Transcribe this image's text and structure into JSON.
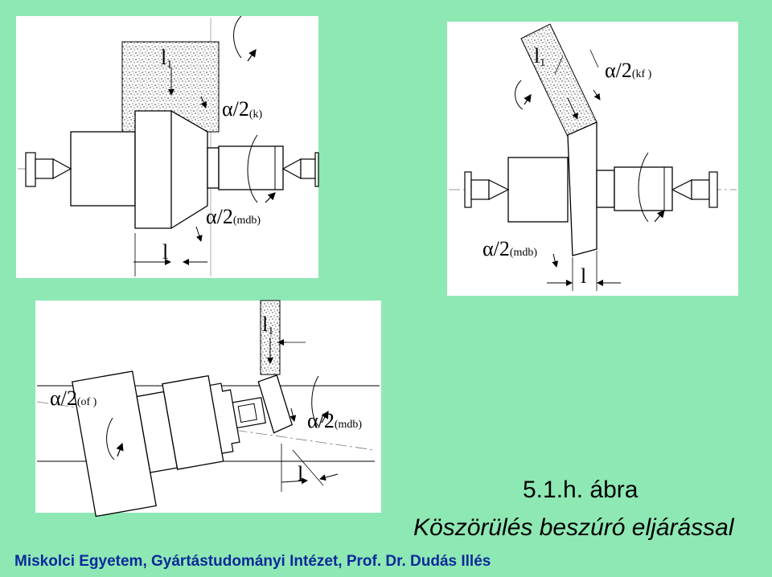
{
  "figure": {
    "number": "5.1.h. ábra",
    "caption": "Köszörülés beszúró eljárással"
  },
  "footer": "Miskolci Egyetem, Gyártástudományi Intézet, Prof. Dr. Dudás Illés",
  "panels": {
    "top_left": {
      "l1": {
        "base": "l",
        "sub": "1"
      },
      "alpha_k": {
        "base": "α/2",
        "sub": "(k)"
      },
      "alpha_mdb": {
        "base": "α/2",
        "sub": "(mdb)"
      },
      "l": "l"
    },
    "top_right": {
      "l1": {
        "base": "l",
        "sub": "1"
      },
      "alpha_kf": {
        "base": "α/2",
        "sub": "(kf )"
      },
      "alpha_mdb": {
        "base": "α/2",
        "sub": "(mdb)"
      },
      "l": "l"
    },
    "bottom": {
      "l1": {
        "base": "l",
        "sub": "1"
      },
      "alpha_of": {
        "base": "α/2",
        "sub": "(of )"
      },
      "alpha_mdb": {
        "base": "α/2",
        "sub": "(mdb)"
      },
      "l": "l"
    }
  },
  "colors": {
    "background": "#8ee8b4",
    "panel": "#ffffff",
    "footer_text": "#0b2a9a"
  }
}
